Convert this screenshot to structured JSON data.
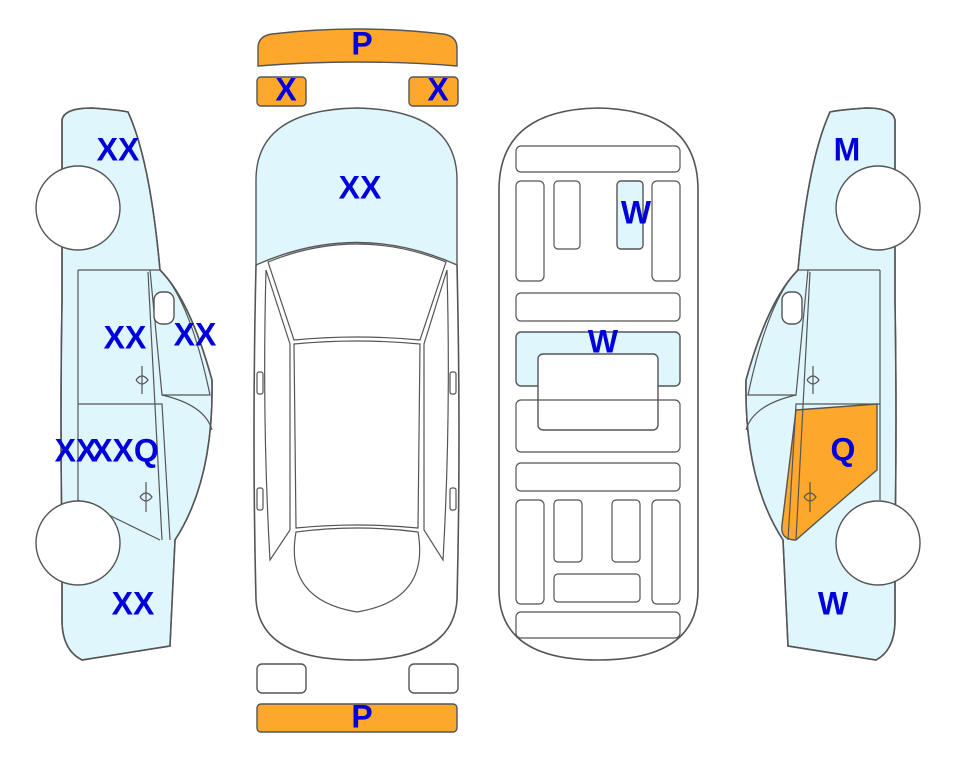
{
  "colors": {
    "panel_light": "#dff6fd",
    "panel_damage": "#fea82b",
    "label_text": "#0000dd",
    "outline": "#555555"
  },
  "labels": {
    "front_bumper": "P",
    "front_left_light": "X",
    "front_right_light": "X",
    "hood": "XX",
    "roof_panel": "W",
    "rear_window_area": "W",
    "rear_bumper": "P",
    "left_front_fender": "XX",
    "left_front_door": "XX",
    "left_a_pillar": "XX",
    "left_rocker": "XX",
    "left_rear_door": "XXQ",
    "left_rear_quarter": "XX",
    "right_front_fender": "M",
    "right_rear_door": "Q",
    "right_rear_quarter": "W"
  }
}
